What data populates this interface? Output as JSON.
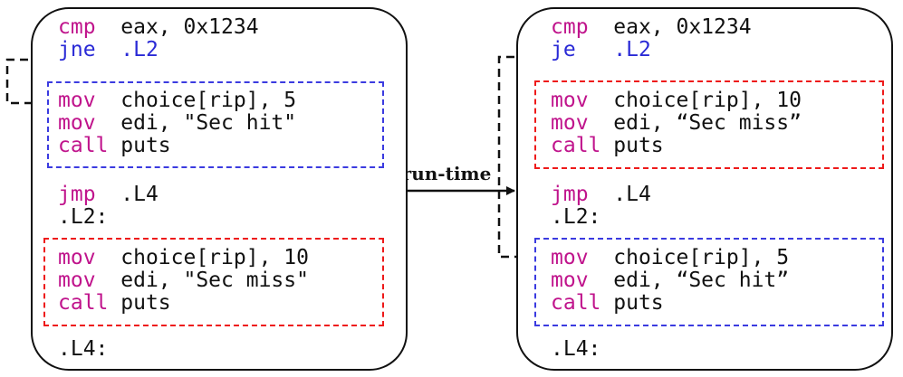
{
  "left": {
    "cmp": {
      "op": "cmp",
      "args": "eax, 0x1234"
    },
    "jump": {
      "op": "jne",
      "target": ".L2"
    },
    "block1": [
      {
        "op": "mov",
        "args": "choice[rip], 5"
      },
      {
        "op": "mov",
        "args": "edi, \"Sec hit\""
      },
      {
        "op": "call",
        "args": "puts"
      }
    ],
    "jmp": {
      "op": "jmp",
      "target": ".L4"
    },
    "label_l2": ".L2:",
    "block2": [
      {
        "op": "mov",
        "args": "choice[rip], 10"
      },
      {
        "op": "mov",
        "args": "edi, \"Sec miss\""
      },
      {
        "op": "call",
        "args": "puts"
      }
    ],
    "label_l4": ".L4:"
  },
  "right": {
    "cmp": {
      "op": "cmp",
      "args": "eax, 0x1234"
    },
    "jump": {
      "op": "je",
      "target": ".L2"
    },
    "block1": [
      {
        "op": "mov",
        "args": "choice[rip], 10"
      },
      {
        "op": "mov",
        "args": "edi, “Sec miss”"
      },
      {
        "op": "call",
        "args": "puts"
      }
    ],
    "jmp": {
      "op": "jmp",
      "target": ".L4"
    },
    "label_l2": ".L2:",
    "block2": [
      {
        "op": "mov",
        "args": "choice[rip], 5"
      },
      {
        "op": "mov",
        "args": "edi, “Sec hit”"
      },
      {
        "op": "call",
        "args": "puts"
      }
    ],
    "label_l4": ".L4:"
  },
  "transition_label": "run-time",
  "colors": {
    "opcode": "#c0148c",
    "label": "#2a2ad6",
    "hit_block": "#3b3be0",
    "miss_block": "#ee1a1a"
  }
}
